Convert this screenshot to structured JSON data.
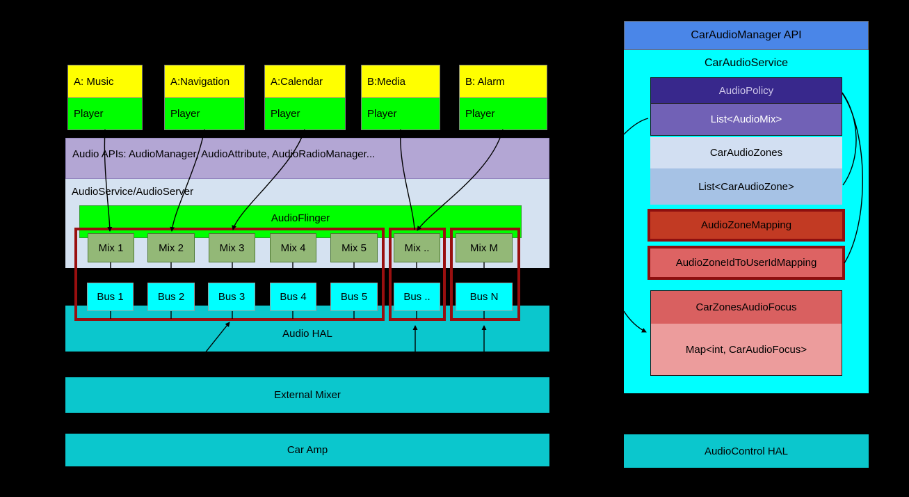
{
  "diagram": {
    "apps": [
      {
        "title": "A: Music",
        "player": "Player"
      },
      {
        "title": "A:Navigation",
        "player": "Player"
      },
      {
        "title": "A:Calendar",
        "player": "Player"
      },
      {
        "title": "B:Media",
        "player": "Player"
      },
      {
        "title": "B: Alarm",
        "player": "Player"
      }
    ],
    "audio_apis_bar": "Audio APIs: AudioManager, AudioAttribute, AudioRadioManager...",
    "audio_service_panel": "AudioService/AudioServer",
    "audio_flinger": "AudioFlinger",
    "mixes": [
      "Mix 1",
      "Mix 2",
      "Mix 3",
      "Mix 4",
      "Mix 5",
      "Mix ..",
      "Mix M"
    ],
    "buses": [
      "Bus 1",
      "Bus 2",
      "Bus 3",
      "Bus 4",
      "Bus 5",
      "Bus ..",
      "Bus N"
    ],
    "audio_hal": "Audio HAL",
    "external_mixer": "External Mixer",
    "car_amp": "Car Amp"
  },
  "car_audio_service": {
    "api_header": "CarAudioManager API",
    "title": "CarAudioService",
    "audio_policy": "AudioPolicy",
    "list_audio_mix": "List<AudioMix>",
    "car_audio_zones": "CarAudioZones",
    "list_car_audio_zone": "List<CarAudioZone>",
    "audio_zone_mapping": "AudioZoneMapping",
    "audio_zone_id_to_user_id_mapping": "AudioZoneIdToUserIdMapping",
    "car_zones_audio_focus": "CarZonesAudioFocus",
    "map_int_car_audio_focus": "Map<int, CarAudioFocus>",
    "audio_control_hal": "AudioControl HAL"
  },
  "colors": {
    "background": "#000000",
    "app_title_yellow": "#ffff00",
    "player_green": "#00ff00",
    "apis_purple": "#b3a6d4",
    "service_panel_blue": "#d5e2f1",
    "flinger_green": "#00ff00",
    "mix_green": "#93b877",
    "bus_cyan": "#00ffff",
    "hal_teal": "#0bc7cd",
    "group_border_red": "#990f0f",
    "manager_api_blue": "#4a86e8",
    "car_audio_service_cyan": "#00ffff",
    "audio_policy_purple": "#38288c",
    "list_audio_mix_purple": "#7161b6",
    "car_audio_zones_blue": "#d2dff2",
    "list_car_audio_zone_blue": "#a6c2e5",
    "audio_zone_mapping_red": "#c23a23",
    "id_mapping_red": "#dd6363",
    "focus_red": "#d96060",
    "map_focus_pink": "#ec9c9c",
    "connector_black": "#000000"
  }
}
